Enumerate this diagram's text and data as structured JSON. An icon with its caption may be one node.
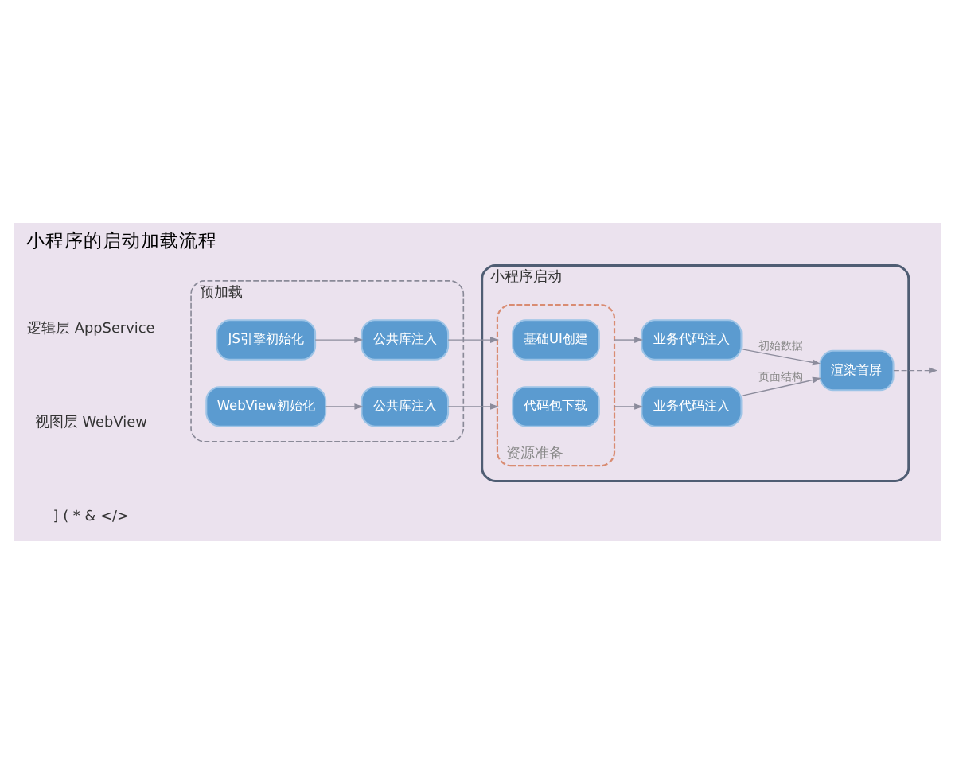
{
  "diagram": {
    "title": "小程序的启动加载流程",
    "nodes": [
      {
        "text": [
          "预加载"
        ]
      },
      {
        "text": [
          "JS引擎初始化"
        ],
        "in": 0
      },
      {
        "text": [
          "公共库注入"
        ],
        "in": 0
      },
      {
        "text": [
          "WebView初始化"
        ],
        "in": 0
      },
      {
        "text": [
          "公共库注入"
        ],
        "in": 0
      },
      {
        "text": [
          "小程序启动"
        ]
      },
      {
        "text": [
          "资源准备"
        ],
        "in": 5
      },
      {
        "text": [
          "基础UI创建"
        ],
        "in": 6
      },
      {
        "text": [
          "代码包下载"
        ],
        "in": 6
      },
      {
        "text": [
          "业务代码注入"
        ],
        "in": 5
      },
      {
        "text": [
          "业务代码注入"
        ],
        "in": 5
      },
      {
        "text": [
          "渲染首屏"
        ],
        "in": 5
      }
    ],
    "edges": [
      {
        "from": 1,
        "to": 2,
        "arrow": "to"
      },
      {
        "from": 3,
        "to": 4,
        "arrow": "to"
      },
      {
        "from": 2,
        "to": 6,
        "arrow": "to"
      },
      {
        "from": 4,
        "to": 6,
        "arrow": "to"
      },
      {
        "from": 6,
        "to": 9,
        "arrow": "to"
      },
      {
        "from": 6,
        "to": 10,
        "arrow": "to"
      },
      {
        "from": 9,
        "to": 11,
        "label": "初始数据",
        "arrow": "to"
      },
      {
        "from": 10,
        "to": 11,
        "label": "页面结构",
        "arrow": "to"
      },
      {
        "from": 11,
        "to": null,
        "arrow": "to",
        "style": "dashed"
      }
    ],
    "labels": [
      "逻辑层 AppService",
      "视图层 WebView",
      "] ( * & </>"
    ]
  }
}
